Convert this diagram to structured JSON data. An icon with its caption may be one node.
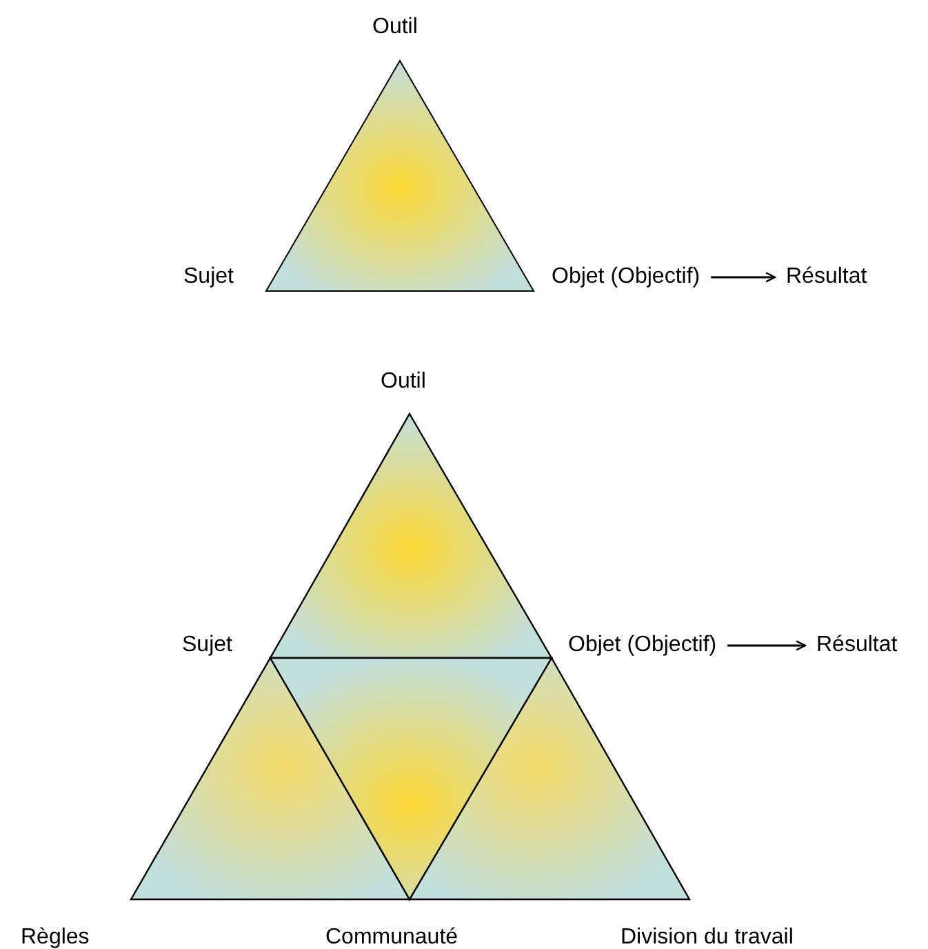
{
  "diagram": {
    "nodes": [
      {
        "text": [
          "Objet (Objectif)"
        ]
      },
      {
        "text": [
          "Résultat"
        ]
      },
      {
        "text": [
          "Objet (Objectif)"
        ]
      },
      {
        "text": [
          "Résultat"
        ]
      }
    ],
    "edges": [
      {
        "from": 0,
        "to": 1,
        "arrow": "to"
      },
      {
        "from": 2,
        "to": 3,
        "arrow": "to"
      }
    ],
    "labels": [
      "Outil",
      "Sujet",
      "Outil",
      "Sujet",
      "Règles",
      "Communauté",
      "Division du travail"
    ]
  }
}
